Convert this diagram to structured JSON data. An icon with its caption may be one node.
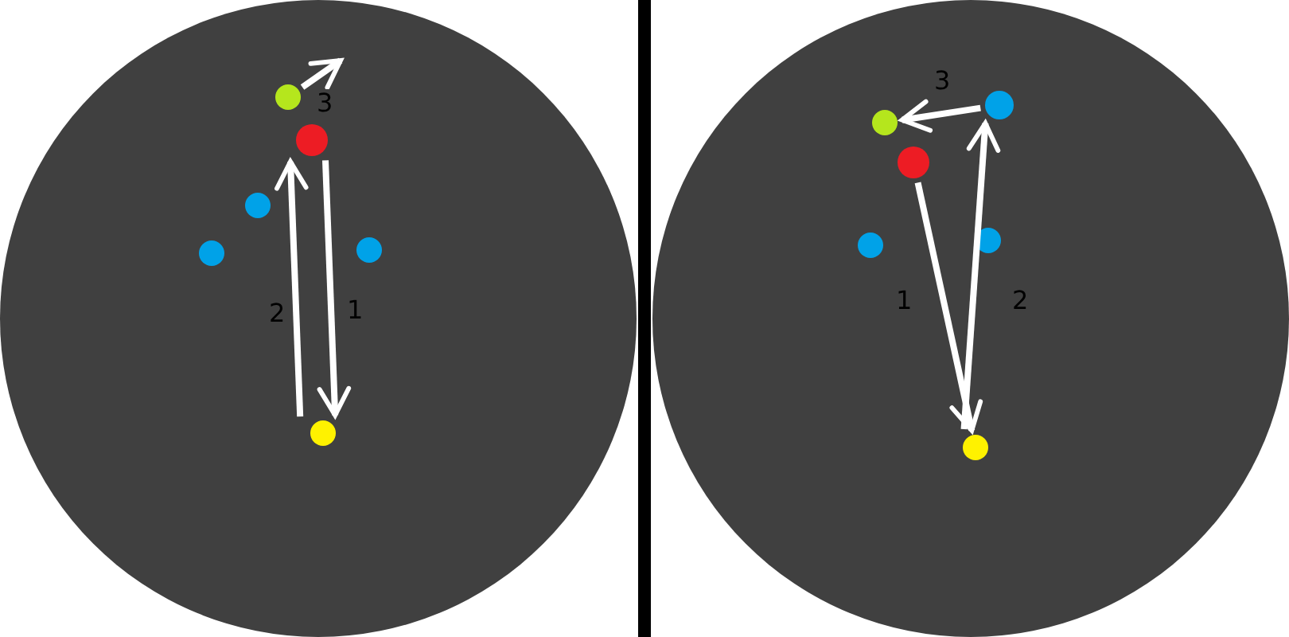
{
  "diagram": {
    "nodes": [
      {
        "text": [],
        "shape": "circle"
      },
      {
        "text": [],
        "shape": "circle",
        "in": 0
      },
      {
        "text": [],
        "shape": "circle",
        "in": 0
      },
      {
        "text": [],
        "shape": "circle",
        "in": 0
      },
      {
        "text": [],
        "shape": "circle",
        "in": 0
      },
      {
        "text": [],
        "shape": "circle",
        "in": 0
      },
      {
        "text": [],
        "shape": "circle",
        "in": 0
      },
      {
        "text": [],
        "shape": "circle"
      },
      {
        "text": [],
        "shape": "circle",
        "in": 7
      },
      {
        "text": [],
        "shape": "circle",
        "in": 7
      },
      {
        "text": [],
        "shape": "circle",
        "in": 7
      },
      {
        "text": [],
        "shape": "circle",
        "in": 7
      },
      {
        "text": [],
        "shape": "circle",
        "in": 7
      },
      {
        "text": [],
        "shape": "circle",
        "in": 7
      }
    ],
    "edges": [
      {
        "from": 2,
        "to": 6,
        "arrow": "to",
        "label": "1"
      },
      {
        "from": 6,
        "to": 2,
        "arrow": "to",
        "label": "2"
      },
      {
        "from": 1,
        "to": null,
        "arrow": "to",
        "label": "3"
      },
      {
        "from": 10,
        "to": 13,
        "arrow": "to",
        "label": "1"
      },
      {
        "from": 13,
        "to": 8,
        "arrow": "to",
        "label": "2"
      },
      {
        "from": 8,
        "to": 9,
        "arrow": "to",
        "label": "3"
      }
    ]
  }
}
